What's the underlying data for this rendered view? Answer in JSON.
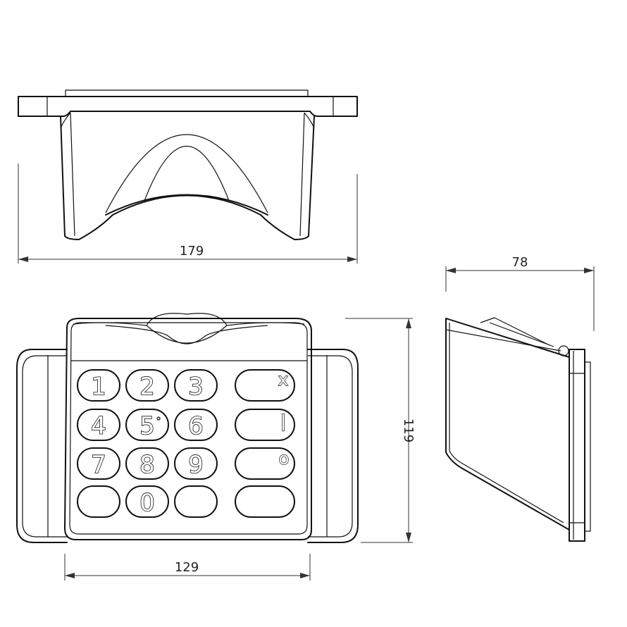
{
  "dimensions": {
    "top_width": "179",
    "front_width": "129",
    "front_height": "119",
    "side_depth": "78"
  },
  "keypad": {
    "row1": [
      "1",
      "2",
      "3"
    ],
    "row2": [
      "4",
      "5",
      "6"
    ],
    "row3": [
      "7",
      "8",
      "9"
    ],
    "row4": [
      "",
      "0",
      ""
    ],
    "function_keys": [
      "x",
      "|",
      "o",
      ""
    ]
  }
}
